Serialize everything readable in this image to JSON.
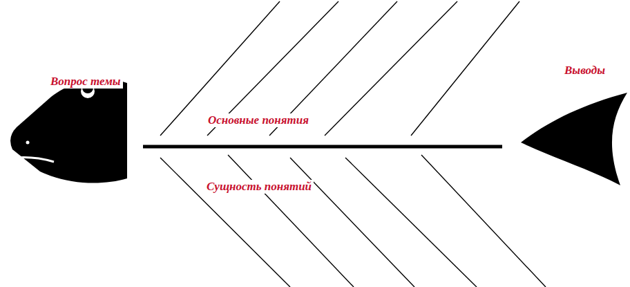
{
  "diagram": {
    "labels": [
      "Вопрос темы",
      "Основные понятия",
      "Сущность понятий",
      "Выводы"
    ]
  }
}
